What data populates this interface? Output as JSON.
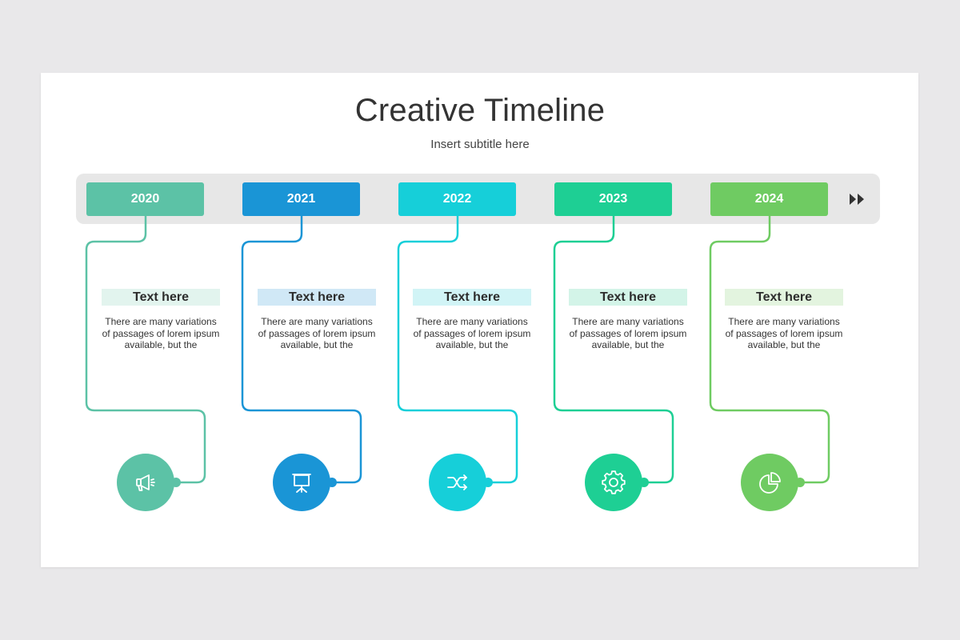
{
  "title": "Creative Timeline",
  "subtitle": "Insert subtitle here",
  "next_icon": "double-chevron-right-icon",
  "milestones": [
    {
      "year": "2020",
      "label": "Text here",
      "text": "There are many variations of passages of lorem ipsum available, but the",
      "color": "#5cc2a6",
      "label_bg": "#e2f4ee",
      "icon": "megaphone-icon"
    },
    {
      "year": "2021",
      "label": "Text here",
      "text": "There are many variations of passages of lorem ipsum available, but the",
      "color": "#1a95d6",
      "label_bg": "#d0e8f6",
      "icon": "presentation-board-icon"
    },
    {
      "year": "2022",
      "label": "Text here",
      "text": "There are many variations of passages of lorem ipsum available, but the",
      "color": "#16cfd9",
      "label_bg": "#d1f4f6",
      "icon": "shuffle-icon"
    },
    {
      "year": "2023",
      "label": "Text here",
      "text": "There are many variations of passages of lorem ipsum available, but the",
      "color": "#1ecf94",
      "label_bg": "#d3f4e8",
      "icon": "gear-icon"
    },
    {
      "year": "2024",
      "label": "Text here",
      "text": "There are many variations of passages of lorem ipsum available, but the",
      "color": "#6fcb62",
      "label_bg": "#e3f4df",
      "icon": "pie-chart-icon"
    }
  ]
}
